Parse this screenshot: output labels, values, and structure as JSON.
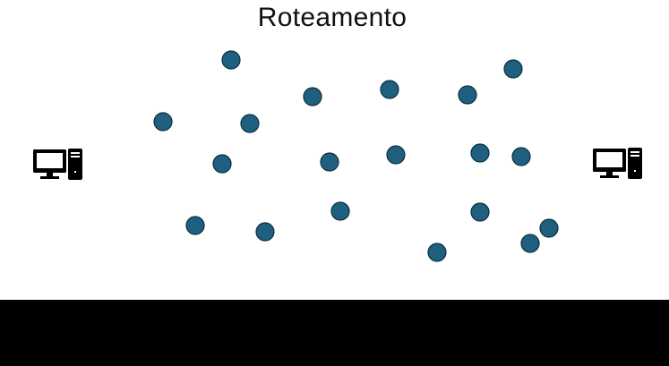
{
  "diagram": {
    "title": "Roteamento",
    "colors": {
      "node_fill": "#1f5f80",
      "node_stroke": "#0f2f40",
      "computer": "#000000",
      "background": "#ffffff",
      "bottom_bar": "#000000"
    },
    "endpoints": [
      {
        "id": "left-computer",
        "icon": "computer-icon"
      },
      {
        "id": "right-computer",
        "icon": "computer-icon"
      }
    ],
    "router_nodes": [
      {
        "id": "n1"
      },
      {
        "id": "n2"
      },
      {
        "id": "n3"
      },
      {
        "id": "n4"
      },
      {
        "id": "n5"
      },
      {
        "id": "n6"
      },
      {
        "id": "n7"
      },
      {
        "id": "n8"
      },
      {
        "id": "n9"
      },
      {
        "id": "n10"
      },
      {
        "id": "n11"
      },
      {
        "id": "n12"
      },
      {
        "id": "n13"
      },
      {
        "id": "n14"
      },
      {
        "id": "n15"
      },
      {
        "id": "n16"
      },
      {
        "id": "n17"
      },
      {
        "id": "n18"
      },
      {
        "id": "n19"
      },
      {
        "id": "n20"
      }
    ]
  }
}
